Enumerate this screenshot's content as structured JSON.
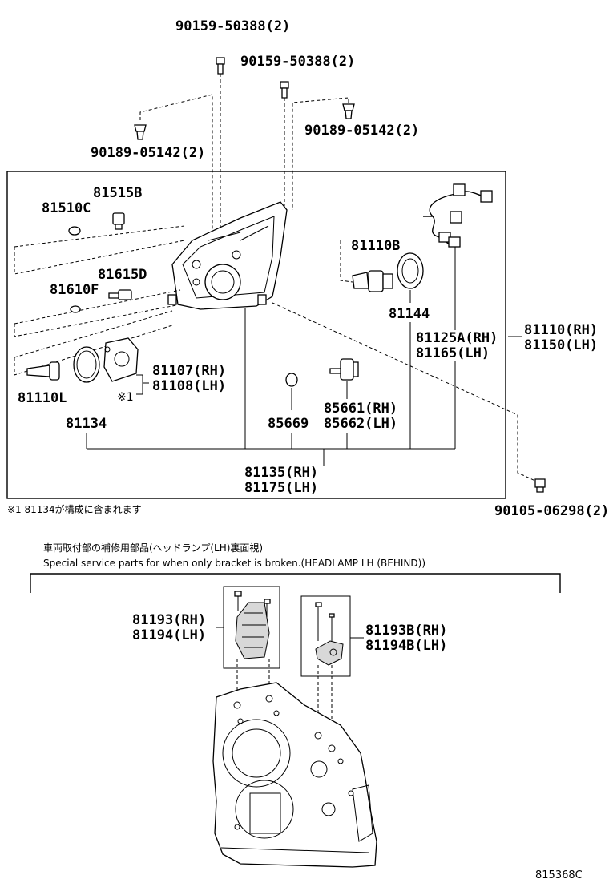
{
  "labels": {
    "top_bolt_left": "90159-50388(2)",
    "top_bolt_right": "90159-50388(2)",
    "clip_left": "90189-05142(2)",
    "clip_right": "90189-05142(2)",
    "p81515B": "81515B",
    "p81510C": "81510C",
    "p81615D": "81615D",
    "p81610F": "81610F",
    "p81110B": "81110B",
    "p81144": "81144",
    "p81125A": "81125A(RH)",
    "p81165": "81165(LH)",
    "p81110": "81110(RH)",
    "p81150": "81150(LH)",
    "p81107": "81107(RH)",
    "p81108": "81108(LH)",
    "ref1": "※1",
    "p81110L": "81110L",
    "p81134": "81134",
    "p85669": "85669",
    "p85661": "85661(RH)",
    "p85662": "85662(LH)",
    "p81135": "81135(RH)",
    "p81175": "81175(LH)",
    "p90105": "90105-06298(2)",
    "footnote": "※1  81134が構成に含まれます",
    "section_title_jp": "車両取付部の補修用部品(ヘッドランプ(LH)裏面視)",
    "section_title_en": "Special service parts for when only bracket is broken.(HEADLAMP LH (BEHIND))",
    "p81193": "81193(RH)",
    "p81194": "81194(LH)",
    "p81193B": "81193B(RH)",
    "p81194B": "81194B(LH)",
    "diagram_code": "815368C"
  }
}
